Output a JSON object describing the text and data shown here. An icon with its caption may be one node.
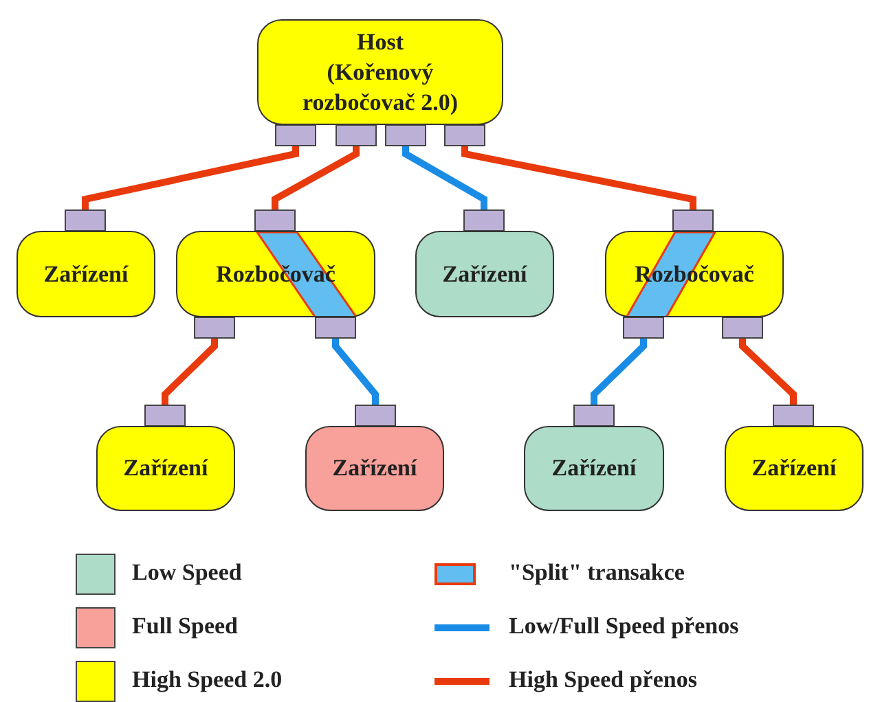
{
  "diagram": {
    "nodes": [
      {
        "text": [
          "Host",
          "(Kořenový rozbočovač 2.0)"
        ]
      },
      {
        "text": [
          "Zařízení"
        ]
      },
      {
        "text": [
          "Rozbočovač"
        ]
      },
      {
        "text": [
          "Zařízení"
        ]
      },
      {
        "text": [
          "Rozbočovač"
        ]
      },
      {
        "text": [
          "Zařízení"
        ]
      },
      {
        "text": [
          "Zařízení"
        ]
      },
      {
        "text": [
          "Zařízení"
        ]
      },
      {
        "text": [
          "Zařízení"
        ]
      },
      {
        "text": [],
        "shape": "band",
        "in": 2
      },
      {
        "text": [],
        "shape": "band",
        "in": 4
      }
    ],
    "edges": [
      {
        "from": 0,
        "to": 1,
        "arrow": "none"
      },
      {
        "from": 0,
        "to": 2,
        "arrow": "none"
      },
      {
        "from": 0,
        "to": 3,
        "arrow": "none",
        "color": "#1a8ce6"
      },
      {
        "from": 0,
        "to": 4,
        "arrow": "none"
      },
      {
        "from": 2,
        "to": 5,
        "arrow": "none"
      },
      {
        "from": 2,
        "to": 6,
        "arrow": "none",
        "color": "#1a8ce6"
      },
      {
        "from": 4,
        "to": 7,
        "arrow": "none",
        "color": "#1a8ce6"
      },
      {
        "from": 4,
        "to": 8,
        "arrow": "none"
      }
    ],
    "legend": [
      {
        "text": "Low Speed",
        "color": "#addcc8"
      },
      {
        "text": "Full Speed",
        "color": "#f8a09a"
      },
      {
        "text": "High Speed 2.0",
        "color": "#ffff00"
      },
      {
        "text": "\"Split\" transakce"
      },
      {
        "text": "Low/Full Speed přenos"
      },
      {
        "text": "High Speed přenos"
      }
    ]
  }
}
